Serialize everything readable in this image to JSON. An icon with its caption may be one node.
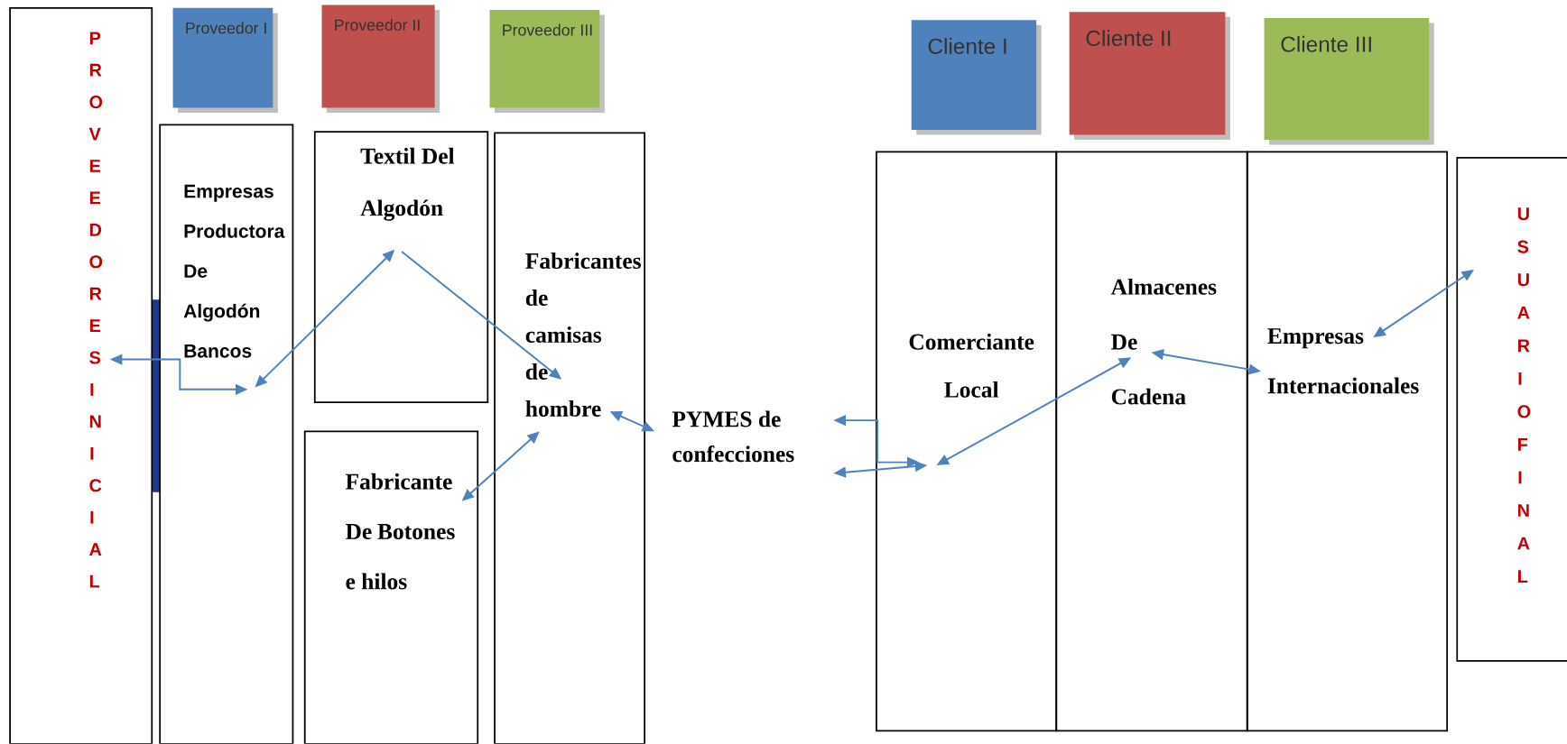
{
  "diagram": {
    "nodes": [
      {
        "text": [
          "P R O V E E D O R E S I N I C I A L"
        ]
      },
      {
        "text": [
          "Proveedor I"
        ]
      },
      {
        "text": [
          "Proveedor II"
        ]
      },
      {
        "text": [
          "Proveedor III"
        ]
      },
      {
        "text": [
          "Empresas Productora De Algodón Bancos"
        ]
      },
      {
        "text": [
          "Textil Del Algodón"
        ]
      },
      {
        "text": [
          "Fabricantes de camisas de hombre"
        ]
      },
      {
        "text": [
          "Fabricante De Botones e hilos"
        ]
      },
      {
        "text": [
          "PYMES de confecciones"
        ]
      },
      {
        "text": [
          "Cliente I"
        ]
      },
      {
        "text": [
          "Cliente II"
        ]
      },
      {
        "text": [
          "Cliente III"
        ]
      },
      {
        "text": [
          "Comerciante Local"
        ]
      },
      {
        "text": [
          "Almacenes De Cadena"
        ]
      },
      {
        "text": [
          "Empresas Internacionales"
        ]
      },
      {
        "text": [
          "U S U A R I O F I N A L"
        ]
      }
    ],
    "edges": [
      {
        "from": 0,
        "to": 4,
        "arrow": "both"
      },
      {
        "from": 4,
        "to": 5,
        "arrow": "both"
      },
      {
        "from": 5,
        "to": 6,
        "arrow": "to"
      },
      {
        "from": 7,
        "to": 6,
        "arrow": "both"
      },
      {
        "from": 6,
        "to": 8,
        "arrow": "both"
      },
      {
        "from": 8,
        "to": 12,
        "arrow": "both"
      },
      {
        "from": 8,
        "to": 12,
        "arrow": "both"
      },
      {
        "from": 12,
        "to": 13,
        "arrow": "both"
      },
      {
        "from": 13,
        "to": 14,
        "arrow": "both"
      },
      {
        "from": 14,
        "to": 15,
        "arrow": "both"
      }
    ]
  }
}
